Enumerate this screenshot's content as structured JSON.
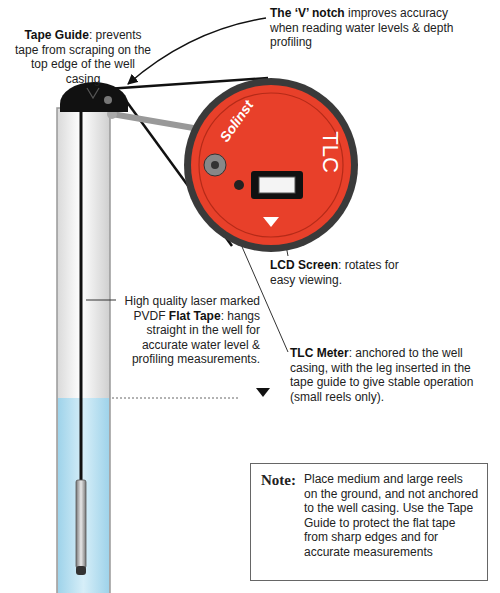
{
  "diagram": {
    "nodes": [
      {
        "text": [
          "Solinst",
          "TLC"
        ]
      },
      {
        "text": [
          "Note:",
          "Place medium and large reels on the ground, and not anchored to the well casing. Use the Tape Guide to protect the flat tape from sharp edges and for accurate measurements"
        ]
      }
    ],
    "labels": [
      "Tape Guide",
      ": prevents tape from scraping on the top edge of the well casing",
      "The ‘V’ notch",
      "improves accuracy when reading water levels & depth profiling",
      "LCD Screen",
      ": rotates for easy viewing.",
      "High quality laser marked PVDF",
      "Flat Tape",
      ": hangs straight in the well for accurate water level & profiling measurements.",
      "TLC Meter",
      ": anchored to the well casing, with the leg inserted in the tape guide to give stable operation (small reels only)."
    ]
  }
}
